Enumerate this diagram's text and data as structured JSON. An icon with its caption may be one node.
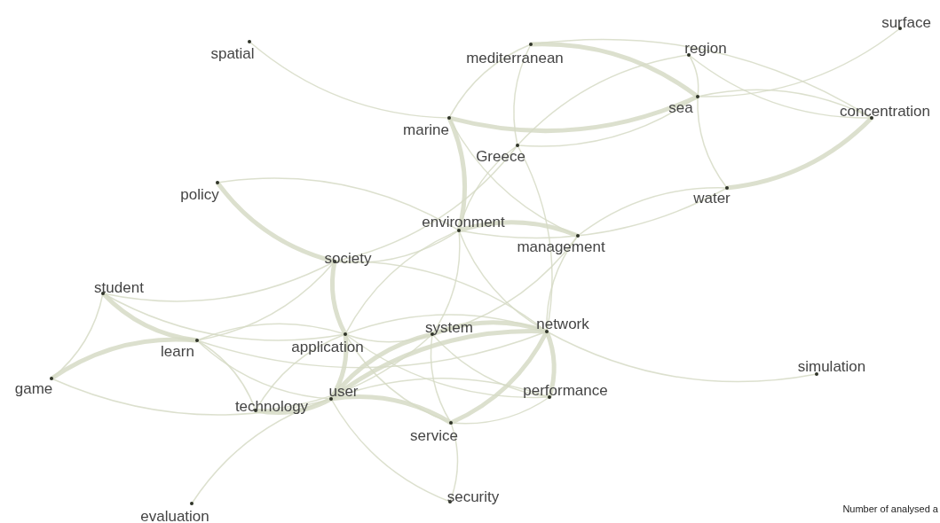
{
  "diagram": {
    "nodes": [
      {
        "text": [
          "spatial"
        ]
      },
      {
        "text": [
          "mediterranean"
        ]
      },
      {
        "text": [
          "region"
        ]
      },
      {
        "text": [
          "surface"
        ]
      },
      {
        "text": [
          "marine"
        ]
      },
      {
        "text": [
          "sea"
        ]
      },
      {
        "text": [
          "concentration"
        ]
      },
      {
        "text": [
          "Greece"
        ]
      },
      {
        "text": [
          "policy"
        ]
      },
      {
        "text": [
          "water"
        ]
      },
      {
        "text": [
          "environment"
        ]
      },
      {
        "text": [
          "management"
        ]
      },
      {
        "text": [
          "society"
        ]
      },
      {
        "text": [
          "student"
        ]
      },
      {
        "text": [
          "learn"
        ]
      },
      {
        "text": [
          "application"
        ]
      },
      {
        "text": [
          "system"
        ]
      },
      {
        "text": [
          "network"
        ]
      },
      {
        "text": [
          "game"
        ]
      },
      {
        "text": [
          "simulation"
        ]
      },
      {
        "text": [
          "technology"
        ]
      },
      {
        "text": [
          "user"
        ]
      },
      {
        "text": [
          "performance"
        ]
      },
      {
        "text": [
          "service"
        ]
      },
      {
        "text": [
          "security"
        ]
      },
      {
        "text": [
          "evaluation"
        ]
      }
    ],
    "edges": [
      {
        "from": 0,
        "to": 4,
        "arrow": "none"
      },
      {
        "from": 4,
        "to": 1,
        "arrow": "none"
      },
      {
        "from": 4,
        "to": 5,
        "arrow": "none",
        "style": "thick"
      },
      {
        "from": 4,
        "to": 10,
        "arrow": "none",
        "style": "thick"
      },
      {
        "from": 4,
        "to": 11,
        "arrow": "none"
      },
      {
        "from": 1,
        "to": 5,
        "arrow": "none",
        "style": "thick"
      },
      {
        "from": 1,
        "to": 7,
        "arrow": "none"
      },
      {
        "from": 1,
        "to": 6,
        "arrow": "none"
      },
      {
        "from": 2,
        "to": 7,
        "arrow": "none"
      },
      {
        "from": 2,
        "to": 5,
        "arrow": "none"
      },
      {
        "from": 2,
        "to": 6,
        "arrow": "none"
      },
      {
        "from": 5,
        "to": 7,
        "arrow": "none"
      },
      {
        "from": 5,
        "to": 3,
        "arrow": "none"
      },
      {
        "from": 5,
        "to": 6,
        "arrow": "none"
      },
      {
        "from": 5,
        "to": 9,
        "arrow": "none"
      },
      {
        "from": 6,
        "to": 9,
        "arrow": "none",
        "style": "thick"
      },
      {
        "from": 7,
        "to": 10,
        "arrow": "none"
      },
      {
        "from": 7,
        "to": 17,
        "arrow": "none"
      },
      {
        "from": 12,
        "to": 7,
        "arrow": "none"
      },
      {
        "from": 8,
        "to": 10,
        "arrow": "none"
      },
      {
        "from": 8,
        "to": 12,
        "arrow": "none",
        "style": "thick"
      },
      {
        "from": 10,
        "to": 11,
        "arrow": "none",
        "style": "thick"
      },
      {
        "from": 10,
        "to": 9,
        "arrow": "none"
      },
      {
        "from": 10,
        "to": 12,
        "arrow": "none"
      },
      {
        "from": 10,
        "to": 15,
        "arrow": "none"
      },
      {
        "from": 10,
        "to": 16,
        "arrow": "none"
      },
      {
        "from": 10,
        "to": 17,
        "arrow": "none"
      },
      {
        "from": 11,
        "to": 9,
        "arrow": "none"
      },
      {
        "from": 11,
        "to": 17,
        "arrow": "none"
      },
      {
        "from": 11,
        "to": 16,
        "arrow": "none"
      },
      {
        "from": 12,
        "to": 15,
        "arrow": "none",
        "style": "thick"
      },
      {
        "from": 12,
        "to": 14,
        "arrow": "none"
      },
      {
        "from": 13,
        "to": 12,
        "arrow": "none"
      },
      {
        "from": 12,
        "to": 17,
        "arrow": "none"
      },
      {
        "from": 13,
        "to": 14,
        "arrow": "none",
        "style": "thick"
      },
      {
        "from": 13,
        "to": 18,
        "arrow": "none"
      },
      {
        "from": 13,
        "to": 15,
        "arrow": "none"
      },
      {
        "from": 18,
        "to": 14,
        "arrow": "none",
        "style": "thick"
      },
      {
        "from": 14,
        "to": 21,
        "arrow": "none"
      },
      {
        "from": 14,
        "to": 20,
        "arrow": "none"
      },
      {
        "from": 14,
        "to": 17,
        "arrow": "none"
      },
      {
        "from": 14,
        "to": 15,
        "arrow": "none"
      },
      {
        "from": 18,
        "to": 21,
        "arrow": "none"
      },
      {
        "from": 15,
        "to": 21,
        "arrow": "none",
        "style": "thick"
      },
      {
        "from": 15,
        "to": 16,
        "arrow": "none"
      },
      {
        "from": 20,
        "to": 15,
        "arrow": "none"
      },
      {
        "from": 15,
        "to": 23,
        "arrow": "none"
      },
      {
        "from": 15,
        "to": 17,
        "arrow": "none"
      },
      {
        "from": 15,
        "to": 22,
        "arrow": "none"
      },
      {
        "from": 16,
        "to": 17,
        "arrow": "none",
        "style": "thick"
      },
      {
        "from": 16,
        "to": 23,
        "arrow": "none"
      },
      {
        "from": 21,
        "to": 16,
        "arrow": "none",
        "style": "thick"
      },
      {
        "from": 16,
        "to": 22,
        "arrow": "none"
      },
      {
        "from": 21,
        "to": 17,
        "arrow": "none",
        "style": "thick"
      },
      {
        "from": 23,
        "to": 17,
        "arrow": "none",
        "style": "thick"
      },
      {
        "from": 17,
        "to": 22,
        "arrow": "none",
        "style": "thick"
      },
      {
        "from": 17,
        "to": 19,
        "arrow": "none"
      },
      {
        "from": 21,
        "to": 23,
        "arrow": "none",
        "style": "thick"
      },
      {
        "from": 20,
        "to": 21,
        "arrow": "none",
        "style": "thick"
      },
      {
        "from": 25,
        "to": 21,
        "arrow": "none"
      },
      {
        "from": 21,
        "to": 24,
        "arrow": "none"
      },
      {
        "from": 21,
        "to": 22,
        "arrow": "none"
      },
      {
        "from": 23,
        "to": 22,
        "arrow": "none"
      },
      {
        "from": 23,
        "to": 24,
        "arrow": "none"
      },
      {
        "from": 20,
        "to": 16,
        "arrow": "none"
      }
    ],
    "labels": [
      "Number of analysed a"
    ]
  }
}
